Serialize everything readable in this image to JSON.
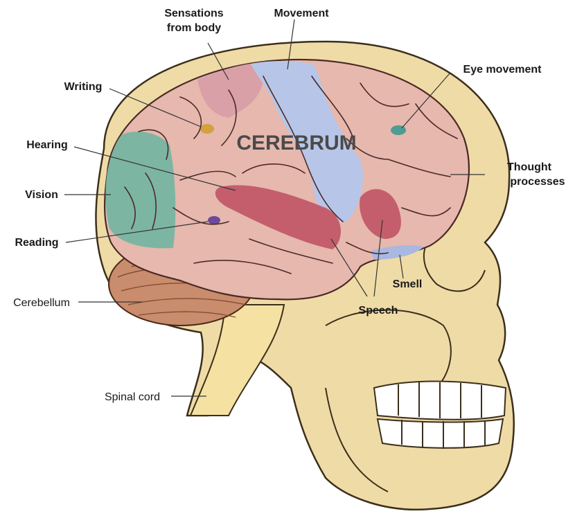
{
  "title": "CEREBRUM",
  "labels": {
    "sensations": [
      "Sensations",
      "from body"
    ],
    "movement": "Movement",
    "eye_movement": "Eye movement",
    "writing": "Writing",
    "hearing": "Hearing",
    "vision": "Vision",
    "reading": "Reading",
    "cerebellum": "Cerebellum",
    "thought": [
      "Thought",
      "processes"
    ],
    "smell": "Smell",
    "speech": "Speech",
    "spinal_cord": "Spinal cord"
  },
  "colors": {
    "skull": "#efdba6",
    "brain": "#e6b8ae",
    "movement_region": "#b7c6e8",
    "sensation_region": "#d9a0a8",
    "vision_region": "#7db5a3",
    "hearing_region": "#c45e6c",
    "speech_region": "#c45e6c",
    "eye_region": "#4e9c94",
    "writing_spot": "#d4a040",
    "reading_spot": "#6b4a9c",
    "cerebellum": "#c98c6c",
    "thought_region": "#d6a39d"
  }
}
